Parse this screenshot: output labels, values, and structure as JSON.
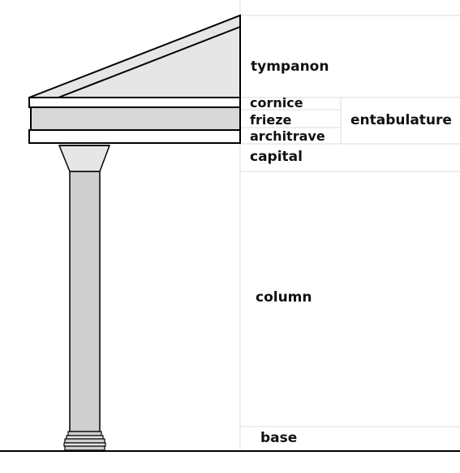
{
  "labels": {
    "tympanon": "tympanon",
    "cornice": "cornice",
    "frieze": "frieze",
    "architrave": "architrave",
    "entabulature": "entabulature",
    "capital": "capital",
    "column": "column",
    "base": "base"
  },
  "colors": {
    "outline": "#000000",
    "pediment_fill": "#e6e6e6",
    "frieze_fill": "#d8d8d8",
    "column_fill": "#cfcfcf",
    "table_lines": "#dcdcdc"
  }
}
